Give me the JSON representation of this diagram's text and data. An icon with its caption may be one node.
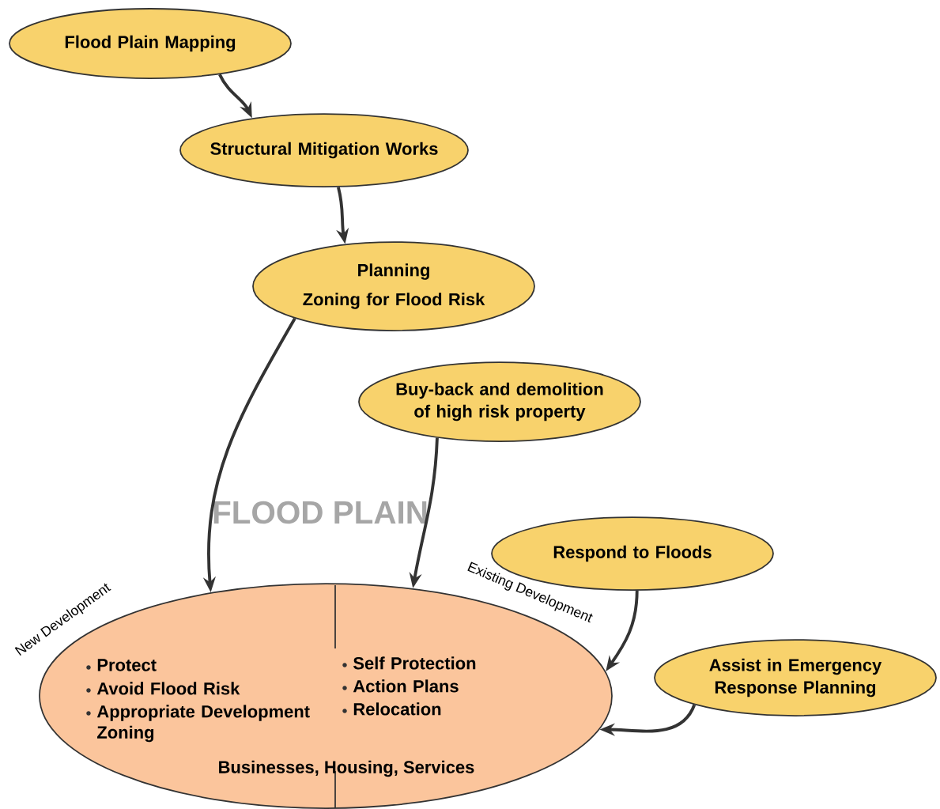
{
  "diagram": {
    "nodes": [
      {
        "text": [
          "Flood Plain Mapping"
        ]
      },
      {
        "text": [
          "Structural Mitigation Works"
        ]
      },
      {
        "text": [
          "Planning",
          "Zoning for Flood Risk"
        ]
      },
      {
        "text": [
          "Buy-back and demolition of high risk property"
        ]
      },
      {
        "text": [
          "Respond to Floods"
        ]
      },
      {
        "text": [
          "Assist in Emergency Response Planning"
        ]
      },
      {
        "text": [
          "Protect",
          "Avoid Flood Risk",
          "Appropriate Development Zoning",
          "Self Protection",
          "Action Plans",
          "Relocation",
          "Businesses, Housing, Services"
        ],
        "beside": [
          "New Development",
          "Existing Development"
        ]
      }
    ],
    "edges": [
      {
        "from": 0,
        "to": 1,
        "arrow": "to"
      },
      {
        "from": 1,
        "to": 2,
        "arrow": "to"
      },
      {
        "from": 2,
        "to": 6,
        "arrow": "to"
      },
      {
        "from": 3,
        "to": 6,
        "arrow": "to"
      },
      {
        "from": 4,
        "to": 6,
        "arrow": "to"
      },
      {
        "from": 5,
        "to": 6,
        "arrow": "to"
      }
    ],
    "labels": [
      "FLOOD PLAIN"
    ]
  }
}
